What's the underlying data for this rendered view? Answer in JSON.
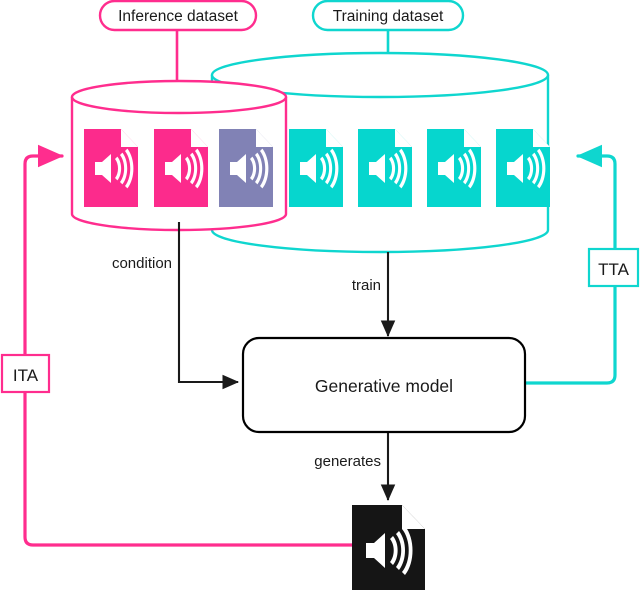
{
  "diagram": {
    "title_nodes": [
      {
        "id": "inference-dataset",
        "label": "Inference dataset",
        "color": "#ff2d8e"
      },
      {
        "id": "training-dataset",
        "label": "Training dataset",
        "color": "#0fd6cf"
      }
    ],
    "cylinders": [
      {
        "id": "inference-cylinder",
        "color": "#ff2d8e"
      },
      {
        "id": "training-cylinder",
        "color": "#0fd6cf"
      }
    ],
    "documents": [
      {
        "index": 0,
        "color": "#fc2b8c",
        "icon": "audio-file-icon",
        "group": "inference"
      },
      {
        "index": 1,
        "color": "#fc2b8c",
        "icon": "audio-file-icon",
        "group": "inference"
      },
      {
        "index": 2,
        "color": "#8182b5",
        "icon": "audio-file-icon",
        "group": "shared"
      },
      {
        "index": 3,
        "color": "#06d6ce",
        "icon": "audio-file-icon",
        "group": "training"
      },
      {
        "index": 4,
        "color": "#06d6ce",
        "icon": "audio-file-icon",
        "group": "training"
      },
      {
        "index": 5,
        "color": "#06d6ce",
        "icon": "audio-file-icon",
        "group": "training"
      },
      {
        "index": 6,
        "color": "#06d6ce",
        "icon": "audio-file-icon",
        "group": "training"
      }
    ],
    "edge_labels": {
      "condition": "condition",
      "train": "train",
      "generates": "generates"
    },
    "badges": [
      {
        "id": "ita-badge",
        "label": "ITA",
        "color": "#ff2d8e"
      },
      {
        "id": "tta-badge",
        "label": "TTA",
        "color": "#0fd6cf"
      }
    ],
    "model_box": {
      "label": "Generative model",
      "border_color": "#000000",
      "fill": "#ffffff"
    },
    "output": {
      "id": "generated-audio-file",
      "color": "#151515",
      "icon": "audio-file-icon"
    },
    "colors": {
      "pink": "#ff2d8e",
      "teal": "#0fd6cf",
      "purple": "#8182b5",
      "black": "#151515",
      "line": "#1a1a1a"
    }
  }
}
